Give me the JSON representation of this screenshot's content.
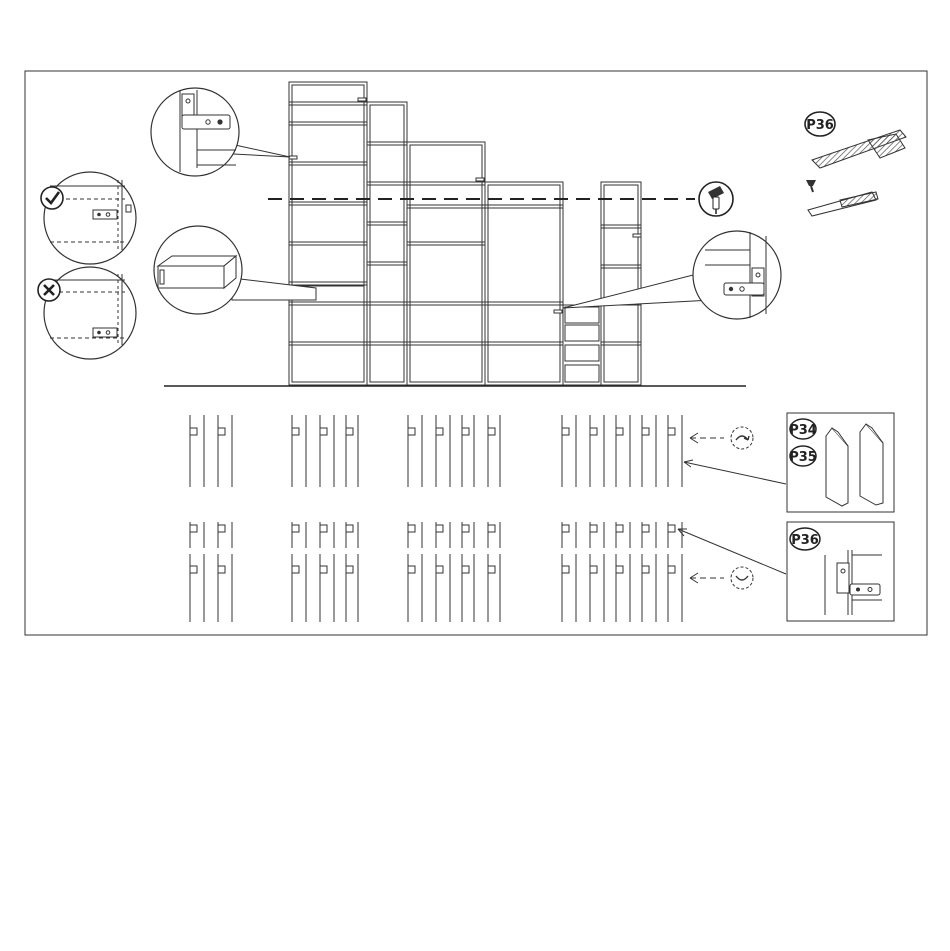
{
  "labels": {
    "part_p36_top": "P36",
    "part_p34": "P34",
    "part_p35": "P35",
    "part_p36_bottom": "P36"
  },
  "icons": {
    "correct": "check-mark-icon",
    "incorrect": "cross-mark-icon",
    "drill": "drill-icon",
    "rotate_clockwise": "rotate-cw-icon",
    "rotate_counterclockwise": "rotate-ccw-icon"
  },
  "colors": {
    "line": "#333333",
    "fill": "#ffffff",
    "hatch": "#555555"
  }
}
